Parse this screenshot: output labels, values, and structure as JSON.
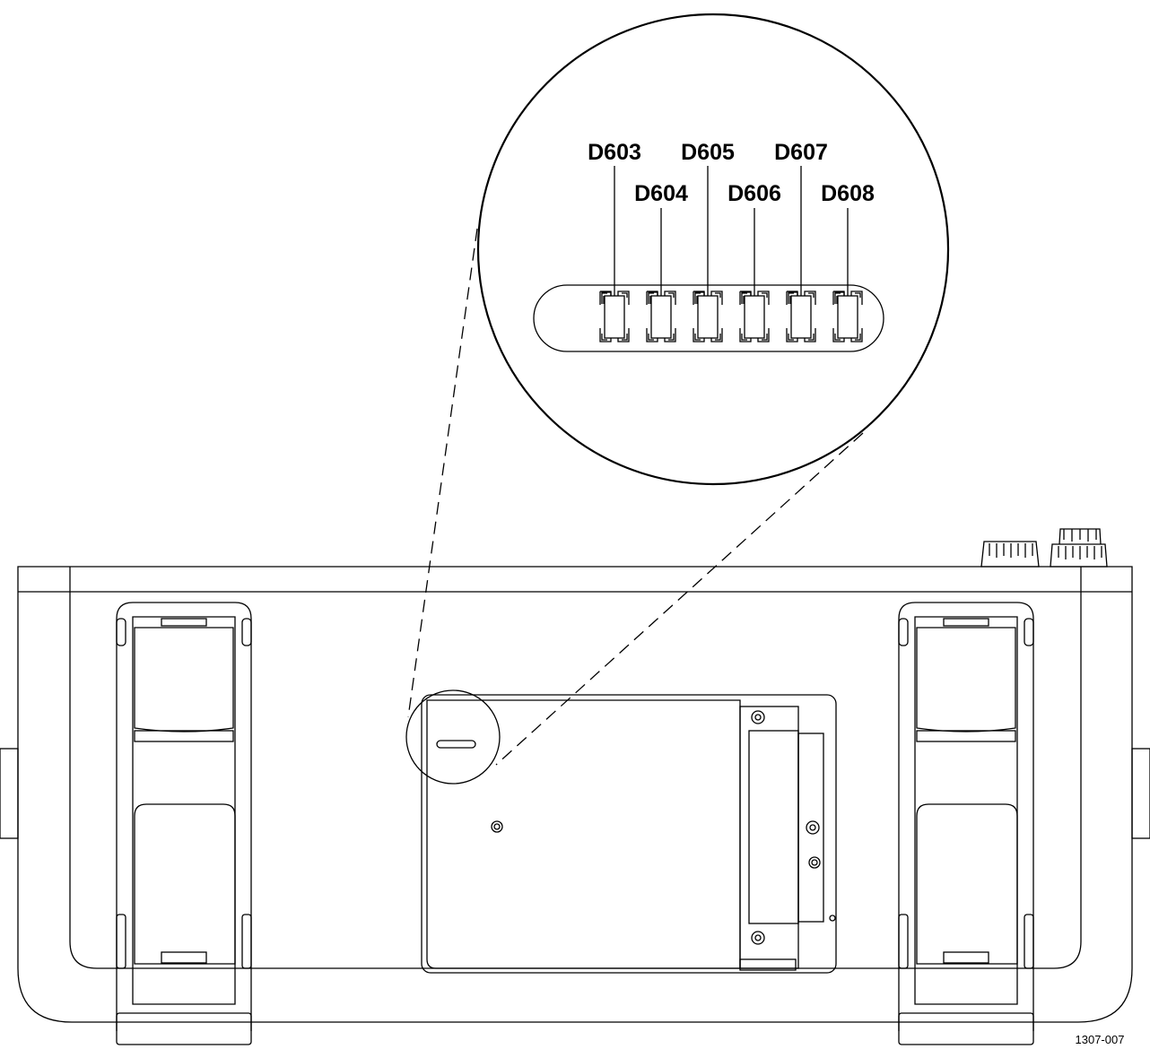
{
  "figure_number": "1307-007",
  "callout": {
    "leds": [
      {
        "label": "D603"
      },
      {
        "label": "D604"
      },
      {
        "label": "D605"
      },
      {
        "label": "D606"
      },
      {
        "label": "D607"
      },
      {
        "label": "D608"
      }
    ]
  },
  "colors": {
    "line": "#000000",
    "background": "#ffffff"
  }
}
